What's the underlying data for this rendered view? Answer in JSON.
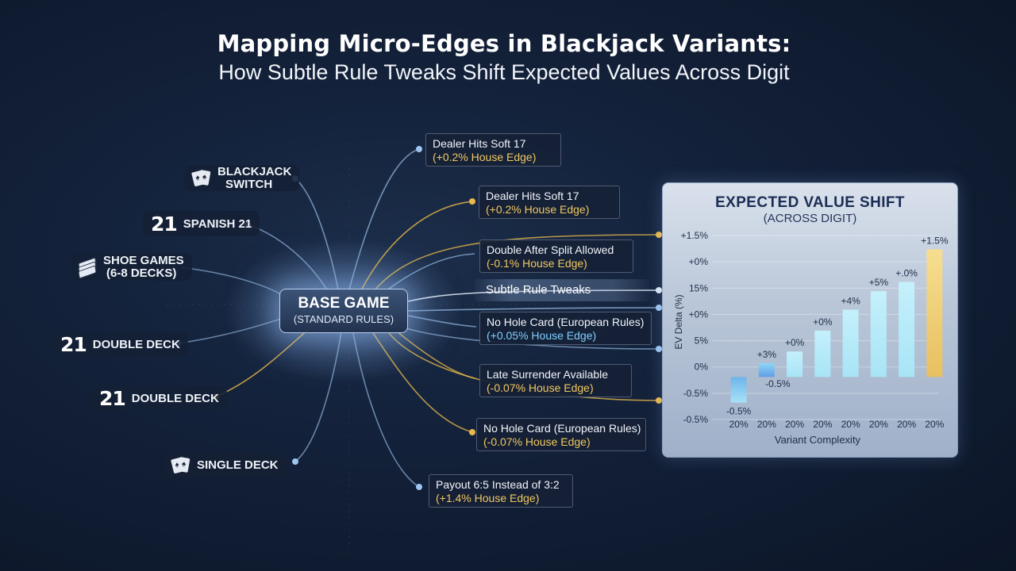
{
  "header": {
    "title": "Mapping Micro-Edges in Blackjack Variants:",
    "subtitle": "How Subtle Rule Tweaks Shift Expected Values Across Digit"
  },
  "variants": {
    "blackjack_switch": [
      "BLACKJACK",
      "SWITCH"
    ],
    "spanish21": {
      "badge": "21",
      "label": "SPANISH 21"
    },
    "shoe_games": [
      "SHOE GAMES",
      "(6-8 DECKS)"
    ],
    "double_deck_1": {
      "badge": "21",
      "label": "DOUBLE DECK"
    },
    "double_deck_2": {
      "badge": "21",
      "label": "DOUBLE DECK"
    },
    "single_deck": "SINGLE DECK"
  },
  "center": {
    "title": "BASE GAME",
    "subtitle": "(STANDARD RULES)"
  },
  "tweaks_label": "Subtle Rule Tweaks",
  "rules": [
    {
      "name": "Dealer Hits Soft 17",
      "edge": "(+0.2% House Edge)"
    },
    {
      "name": "Dealer Hits Soft 17",
      "edge": "(+0.2% House Edge)"
    },
    {
      "name": "Double After Split Allowed",
      "edge": "(-0.1% House Edge)"
    },
    {
      "name": "No Hole Card (European Rules)",
      "edge": "(+0.05% House Edge)"
    },
    {
      "name": "Late Surrender Available",
      "edge": "(-0.07% House Edge)"
    },
    {
      "name": "No Hole Card (European Rules)",
      "edge": "(-0.07% House Edge)"
    },
    {
      "name": "Payout 6:5 Instead of 3:2",
      "edge": "(+1.4% House Edge)"
    }
  ],
  "colors": {
    "gold": "#e8b84a",
    "blue": "#7fc4ff",
    "bar_light": "#a8e4f6",
    "bar_blue": "#5f9ee6",
    "bar_gold": "#e8c060"
  },
  "chart_data": {
    "type": "bar",
    "title": "EXPECTED VALUE SHIFT",
    "subtitle": "(ACROSS DIGIT)",
    "xlabel": "Variant Complexity",
    "ylabel": "EV Delta (%)",
    "y_tick_labels": [
      "+1.5%",
      "+0%",
      "15%",
      "+0%",
      "5%",
      "0%",
      "-0.5%",
      "-0.5%"
    ],
    "categories": [
      "20%",
      "20%",
      "20%",
      "20%",
      "20%",
      "20%",
      "20%",
      "20%"
    ],
    "values": [
      -0.55,
      0.3,
      0.55,
      1.0,
      1.45,
      1.85,
      2.05,
      2.75
    ],
    "data_labels": [
      "-0.5%",
      "+3%",
      "+0%",
      "+0%",
      "+4%",
      "+5%",
      "+.0%",
      "+1.5%"
    ],
    "extra_label": "-0.5%",
    "ylim": [
      -0.95,
      3.15
    ],
    "grid": true
  }
}
